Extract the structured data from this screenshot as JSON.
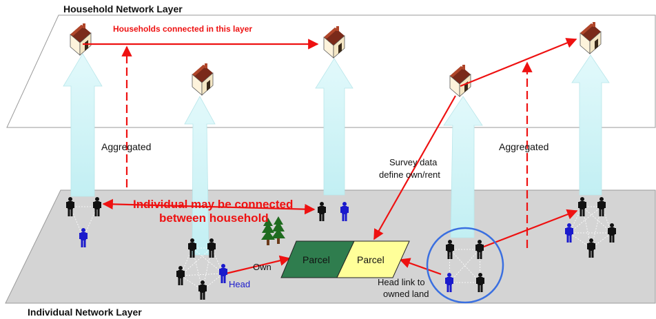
{
  "layers": {
    "household_title": "Household Network Layer",
    "individual_title": "Individual Network Layer"
  },
  "labels": {
    "households_connected": "Households connected in this layer",
    "aggregated_left": "Aggregated",
    "aggregated_right": "Aggregated",
    "survey_line1": "Survey data",
    "survey_line2": "define own/rent",
    "individual_line1": "Individual may be connected",
    "individual_line2": "between household",
    "own": "Own",
    "head": "Head",
    "head_link_line1": "Head link to",
    "head_link_line2": "owned land",
    "parcel_left": "Parcel",
    "parcel_right": "Parcel"
  },
  "colors": {
    "connection": "#ee1111",
    "head_person": "#1a1acc",
    "person": "#111111",
    "aggregation_arrow": "#c9f1f4",
    "ground": "#d4d4d4",
    "parcel_owned": "#2f7d4e",
    "parcel_rented": "#ffff99",
    "highlight_circle": "#3a6fe0"
  },
  "icons": [
    "house-icon",
    "person-icon",
    "tree-icon"
  ]
}
